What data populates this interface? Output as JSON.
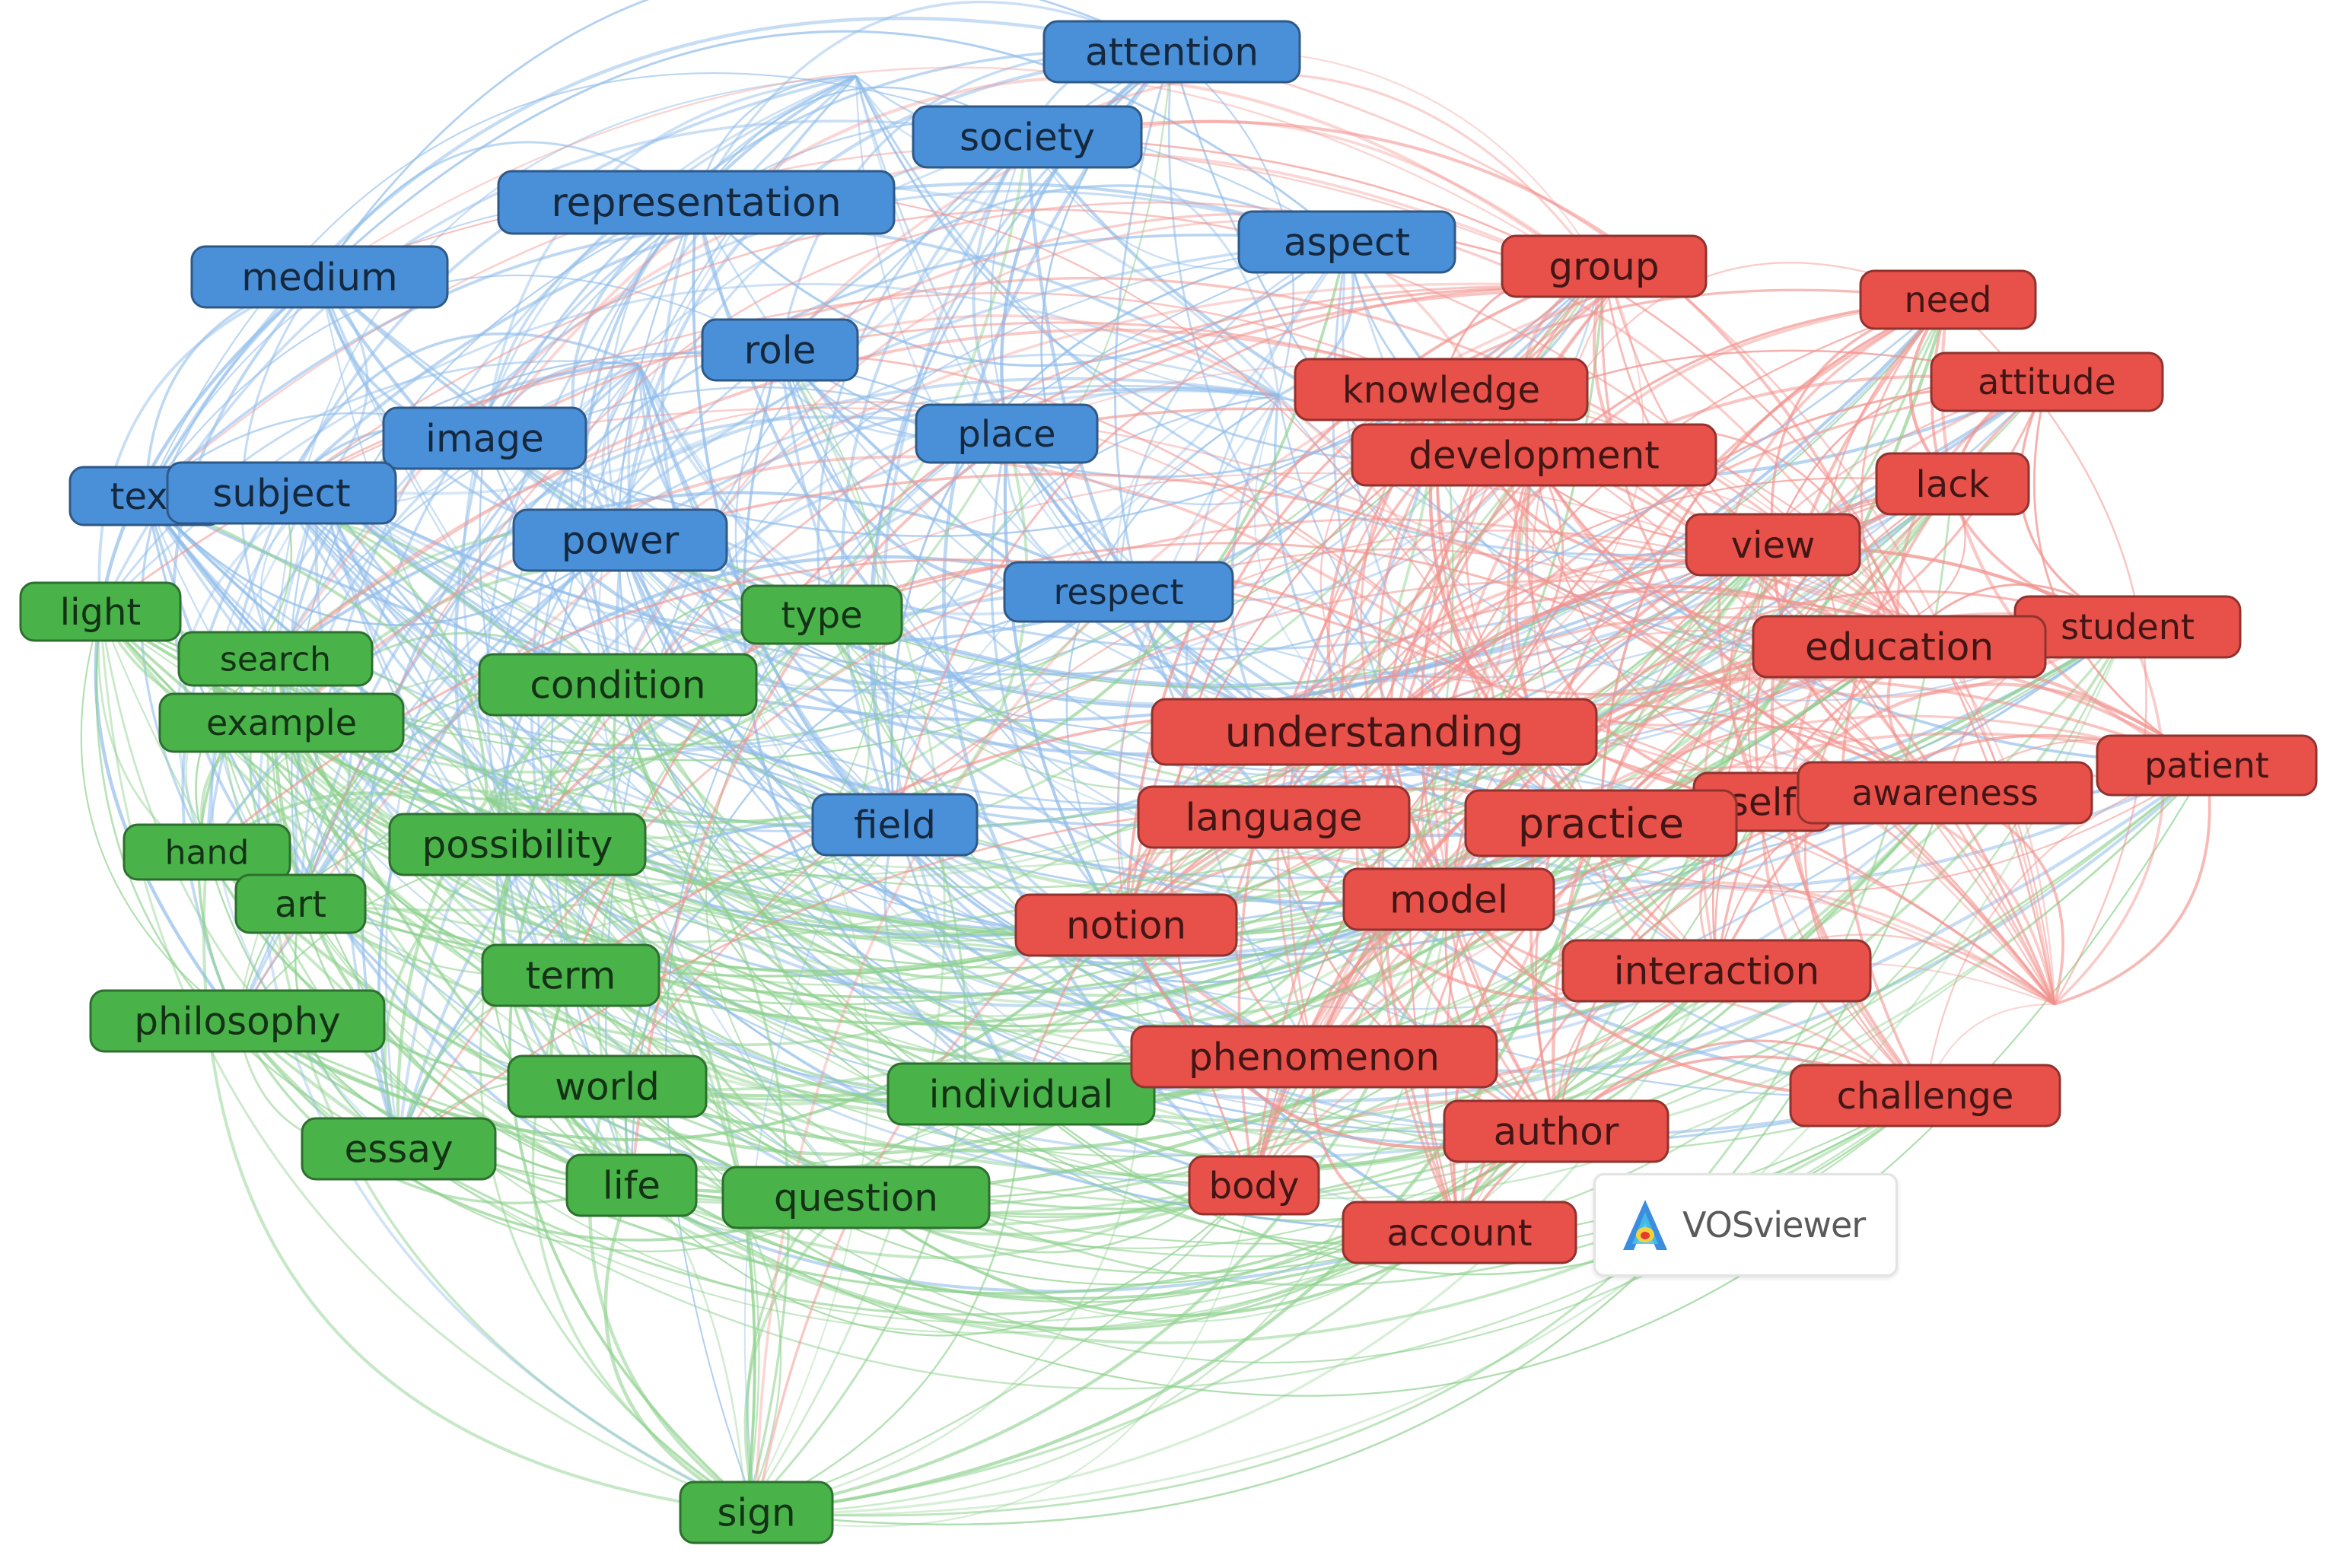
{
  "watermark": {
    "text": "VOSviewer",
    "icon": "vosviewer-logo-icon"
  },
  "cluster_colors": {
    "blue": "#4a90d9",
    "green": "#49b34a",
    "red": "#e8504a"
  },
  "edge_colors": {
    "blue": "#8fbcea",
    "green": "#8dd18d",
    "red": "#f2918c"
  },
  "nodes": [
    {
      "id": "attention",
      "label": "attention",
      "cluster": "blue"
    },
    {
      "id": "society",
      "label": "society",
      "cluster": "blue"
    },
    {
      "id": "representation",
      "label": "representation",
      "cluster": "blue"
    },
    {
      "id": "aspect",
      "label": "aspect",
      "cluster": "blue"
    },
    {
      "id": "medium",
      "label": "medium",
      "cluster": "blue"
    },
    {
      "id": "role",
      "label": "role",
      "cluster": "blue"
    },
    {
      "id": "image",
      "label": "image",
      "cluster": "blue"
    },
    {
      "id": "place",
      "label": "place",
      "cluster": "blue"
    },
    {
      "id": "text",
      "label": "text",
      "cluster": "blue"
    },
    {
      "id": "subject",
      "label": "subject",
      "cluster": "blue"
    },
    {
      "id": "power",
      "label": "power",
      "cluster": "blue"
    },
    {
      "id": "respect",
      "label": "respect",
      "cluster": "blue"
    },
    {
      "id": "field",
      "label": "field",
      "cluster": "blue"
    },
    {
      "id": "light",
      "label": "light",
      "cluster": "green"
    },
    {
      "id": "type",
      "label": "type",
      "cluster": "green"
    },
    {
      "id": "search",
      "label": "search",
      "cluster": "green"
    },
    {
      "id": "condition",
      "label": "condition",
      "cluster": "green"
    },
    {
      "id": "example",
      "label": "example",
      "cluster": "green"
    },
    {
      "id": "possibility",
      "label": "possibility",
      "cluster": "green"
    },
    {
      "id": "hand",
      "label": "hand",
      "cluster": "green"
    },
    {
      "id": "art",
      "label": "art",
      "cluster": "green"
    },
    {
      "id": "term",
      "label": "term",
      "cluster": "green"
    },
    {
      "id": "philosophy",
      "label": "philosophy",
      "cluster": "green"
    },
    {
      "id": "world",
      "label": "world",
      "cluster": "green"
    },
    {
      "id": "individual",
      "label": "individual",
      "cluster": "green"
    },
    {
      "id": "essay",
      "label": "essay",
      "cluster": "green"
    },
    {
      "id": "life",
      "label": "life",
      "cluster": "green"
    },
    {
      "id": "question",
      "label": "question",
      "cluster": "green"
    },
    {
      "id": "sign",
      "label": "sign",
      "cluster": "green"
    },
    {
      "id": "group",
      "label": "group",
      "cluster": "red"
    },
    {
      "id": "need",
      "label": "need",
      "cluster": "red"
    },
    {
      "id": "knowledge",
      "label": "knowledge",
      "cluster": "red"
    },
    {
      "id": "attitude",
      "label": "attitude",
      "cluster": "red"
    },
    {
      "id": "development",
      "label": "development",
      "cluster": "red"
    },
    {
      "id": "lack",
      "label": "lack",
      "cluster": "red"
    },
    {
      "id": "view",
      "label": "view",
      "cluster": "red"
    },
    {
      "id": "student",
      "label": "student",
      "cluster": "red"
    },
    {
      "id": "education",
      "label": "education",
      "cluster": "red"
    },
    {
      "id": "understanding",
      "label": "understanding",
      "cluster": "red"
    },
    {
      "id": "patient",
      "label": "patient",
      "cluster": "red"
    },
    {
      "id": "self",
      "label": "self",
      "cluster": "red"
    },
    {
      "id": "awareness",
      "label": "awareness",
      "cluster": "red"
    },
    {
      "id": "language",
      "label": "language",
      "cluster": "red"
    },
    {
      "id": "practice",
      "label": "practice",
      "cluster": "red"
    },
    {
      "id": "model",
      "label": "model",
      "cluster": "red"
    },
    {
      "id": "notion",
      "label": "notion",
      "cluster": "red"
    },
    {
      "id": "interaction",
      "label": "interaction",
      "cluster": "red"
    },
    {
      "id": "phenomenon",
      "label": "phenomenon",
      "cluster": "red"
    },
    {
      "id": "challenge",
      "label": "challenge",
      "cluster": "red"
    },
    {
      "id": "author",
      "label": "author",
      "cluster": "red"
    },
    {
      "id": "body",
      "label": "body",
      "cluster": "red"
    },
    {
      "id": "account",
      "label": "account",
      "cluster": "red"
    }
  ]
}
